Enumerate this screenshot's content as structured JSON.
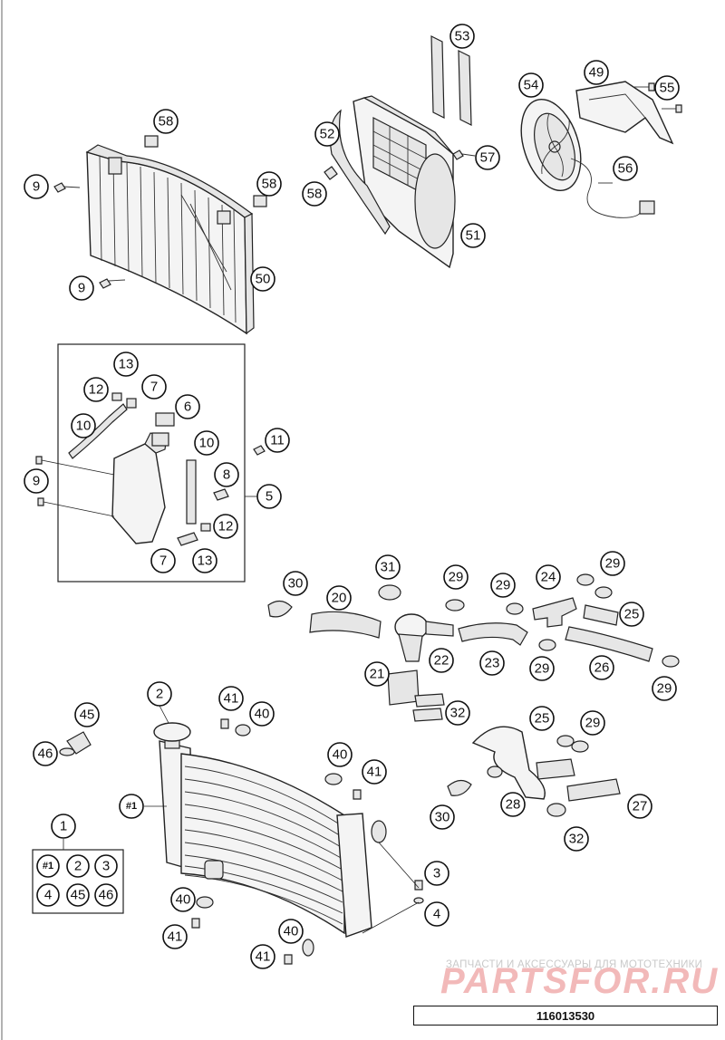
{
  "watermark": {
    "tagline": "ЗАПЧАСТИ И АКСЕССУАРЫ ДЛЯ МОТОТЕХНИКИ",
    "brand": "PARTSFOR.RU"
  },
  "document_number": "116013530",
  "callouts": {
    "c53": "53",
    "c54": "54",
    "c49": "49",
    "c55": "55",
    "c52": "52",
    "c57": "57",
    "c56": "56",
    "c58a": "58",
    "c58b": "58",
    "c58c": "58",
    "c9a": "9",
    "c9b": "9",
    "c50": "50",
    "c51": "51",
    "c13a": "13",
    "c12a": "12",
    "c7a": "7",
    "c6": "6",
    "c10a": "10",
    "c10b": "10",
    "c11": "11",
    "c9c": "9",
    "c8": "8",
    "c5": "5",
    "c12b": "12",
    "c7b": "7",
    "c13b": "13",
    "c30a": "30",
    "c20": "20",
    "c31": "31",
    "c29a": "29",
    "c29b": "29",
    "c24": "24",
    "c29c": "29",
    "c25a": "25",
    "c22": "22",
    "c23": "23",
    "c29d": "29",
    "c26": "26",
    "c29e": "29",
    "c21": "21",
    "c32a": "32",
    "c2": "2",
    "c41a": "41",
    "c40a": "40",
    "c45": "45",
    "c46": "46",
    "c40b": "40",
    "c41b": "41",
    "c25b": "25",
    "c29f": "29",
    "c1main": "#1",
    "c30b": "30",
    "c28": "28",
    "c27": "27",
    "c32b": "32",
    "c1": "1",
    "k1": "#1",
    "k2": "2",
    "k3": "3",
    "k4": "4",
    "k45": "45",
    "k46": "46",
    "c3": "3",
    "c4": "4",
    "c40c": "40",
    "c41c": "41",
    "c40d": "40",
    "c41d": "41"
  }
}
